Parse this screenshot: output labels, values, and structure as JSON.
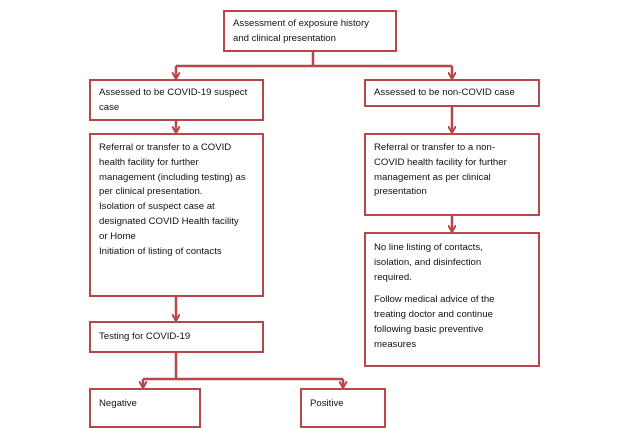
{
  "flowchart": {
    "assessment": {
      "lines": [
        "Assessment of exposure history",
        "and clinical presentation"
      ]
    },
    "covid_suspect": {
      "lines": [
        "Assessed to be COVID-19 suspect",
        "case"
      ]
    },
    "non_covid": {
      "lines": [
        "Assessed to be non-COVID case"
      ]
    },
    "covid_referral": {
      "lines": [
        "Referral or transfer to a COVID",
        "health facility for further",
        "management (including testing) as",
        "per clinical presentation.",
        "Isolation of suspect case at",
        "designated COVID Health facility",
        "or Home",
        "Initiation of listing of contacts"
      ]
    },
    "noncovid_referral": {
      "lines": [
        "Referral or transfer to a non-",
        "COVID health facility for further",
        "management as per clinical",
        "presentation"
      ]
    },
    "no_listing": {
      "para1": [
        "No line listing of contacts,",
        "isolation, and disinfection",
        "required."
      ],
      "para2": [
        "Follow medical advice of the",
        "treating doctor and continue",
        "following basic preventive",
        "measures"
      ]
    },
    "testing": {
      "lines": [
        "Testing for COVID-19"
      ]
    },
    "negative": {
      "lines": [
        "Negative"
      ]
    },
    "positive": {
      "lines": [
        "Positive"
      ]
    }
  },
  "colors": {
    "border": "#b8474a",
    "arrow": "#b8474a",
    "text": "#111111",
    "background": "#ffffff"
  }
}
